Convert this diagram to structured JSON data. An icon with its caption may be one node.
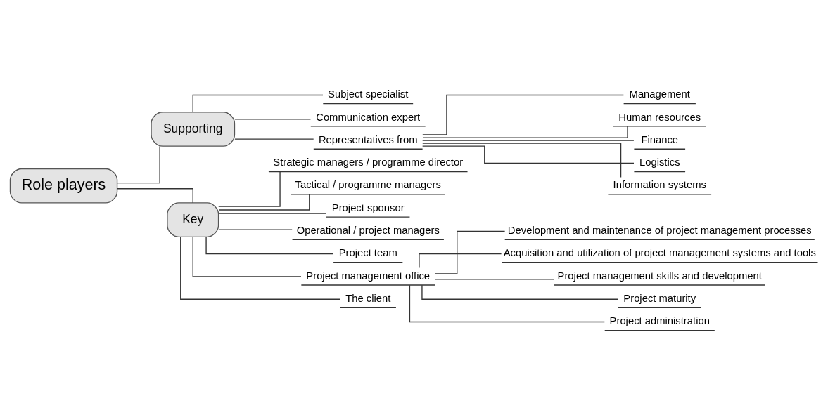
{
  "diagram": {
    "nodes": [
      {
        "text": [
          "Role players"
        ]
      },
      {
        "text": [
          "Supporting"
        ]
      },
      {
        "text": [
          "Key"
        ]
      },
      {
        "text": [
          "Subject specialist"
        ]
      },
      {
        "text": [
          "Communication expert"
        ]
      },
      {
        "text": [
          "Representatives from"
        ]
      },
      {
        "text": [
          "Management"
        ]
      },
      {
        "text": [
          "Human resources"
        ]
      },
      {
        "text": [
          "Finance"
        ]
      },
      {
        "text": [
          "Logistics"
        ]
      },
      {
        "text": [
          "Information systems"
        ]
      },
      {
        "text": [
          "Strategic managers / programme director"
        ]
      },
      {
        "text": [
          "Tactical / programme managers"
        ]
      },
      {
        "text": [
          "Project sponsor"
        ]
      },
      {
        "text": [
          "Operational / project managers"
        ]
      },
      {
        "text": [
          "Project team"
        ]
      },
      {
        "text": [
          "Project management office"
        ]
      },
      {
        "text": [
          "Development and maintenance of project management processes"
        ]
      },
      {
        "text": [
          "Acquisition and utilization of project management systems and tools"
        ]
      },
      {
        "text": [
          "Project management skills and development"
        ]
      },
      {
        "text": [
          "Project maturity"
        ]
      },
      {
        "text": [
          "Project administration"
        ]
      },
      {
        "text": [
          "The client"
        ]
      }
    ],
    "edges": [
      {
        "from": 0,
        "to": 1,
        "arrow": "none"
      },
      {
        "from": 0,
        "to": 2,
        "arrow": "none"
      },
      {
        "from": 1,
        "to": 3,
        "arrow": "none"
      },
      {
        "from": 1,
        "to": 4,
        "arrow": "none"
      },
      {
        "from": 1,
        "to": 5,
        "arrow": "none"
      },
      {
        "from": 5,
        "to": 6,
        "arrow": "none"
      },
      {
        "from": 5,
        "to": 7,
        "arrow": "none"
      },
      {
        "from": 5,
        "to": 8,
        "arrow": "none"
      },
      {
        "from": 5,
        "to": 9,
        "arrow": "none"
      },
      {
        "from": 5,
        "to": 10,
        "arrow": "none"
      },
      {
        "from": 2,
        "to": 11,
        "arrow": "none"
      },
      {
        "from": 2,
        "to": 12,
        "arrow": "none"
      },
      {
        "from": 2,
        "to": 13,
        "arrow": "none"
      },
      {
        "from": 2,
        "to": 14,
        "arrow": "none"
      },
      {
        "from": 2,
        "to": 15,
        "arrow": "none"
      },
      {
        "from": 2,
        "to": 16,
        "arrow": "none"
      },
      {
        "from": 16,
        "to": 17,
        "arrow": "none"
      },
      {
        "from": 16,
        "to": 18,
        "arrow": "none"
      },
      {
        "from": 16,
        "to": 19,
        "arrow": "none"
      },
      {
        "from": 16,
        "to": 20,
        "arrow": "none"
      },
      {
        "from": 16,
        "to": 21,
        "arrow": "none"
      },
      {
        "from": 2,
        "to": 22,
        "arrow": "none"
      }
    ]
  }
}
